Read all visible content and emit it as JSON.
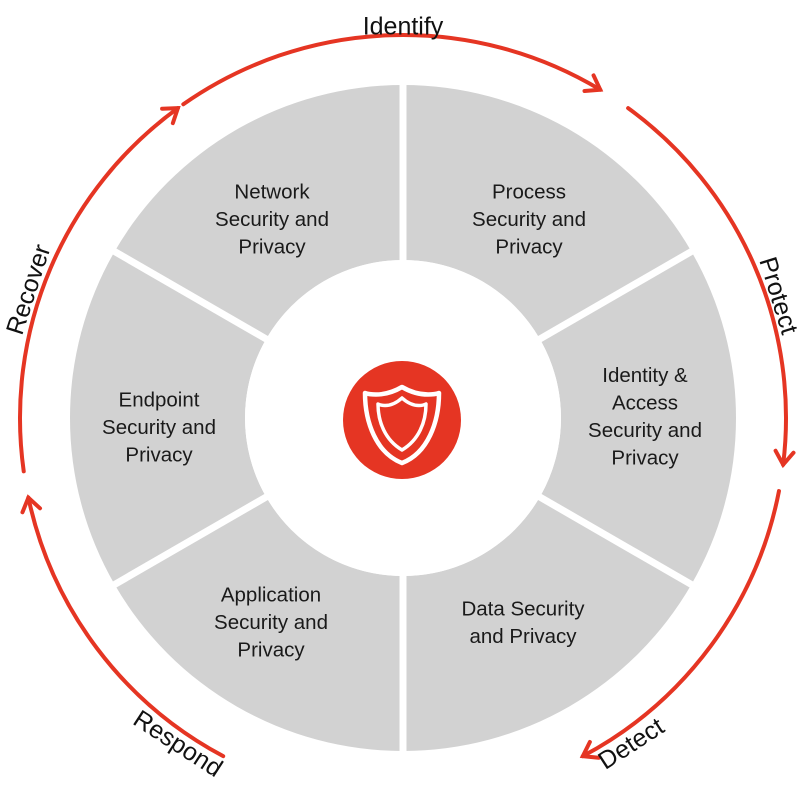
{
  "colors": {
    "accent": "#e53523",
    "segment": "#d2d2d2",
    "divider": "#ffffff",
    "hub": "#ffffff"
  },
  "center_icon": "shield-icon",
  "segments": [
    {
      "key": "process",
      "lines": [
        "Process",
        "Security and",
        "Privacy"
      ]
    },
    {
      "key": "identity-access",
      "lines": [
        "Identity &",
        "Access",
        "Security and",
        "Privacy"
      ]
    },
    {
      "key": "data",
      "lines": [
        "Data Security",
        "and Privacy"
      ]
    },
    {
      "key": "application",
      "lines": [
        "Application",
        "Security and",
        "Privacy"
      ]
    },
    {
      "key": "endpoint",
      "lines": [
        "Endpoint",
        "Security and",
        "Privacy"
      ]
    },
    {
      "key": "network",
      "lines": [
        "Network",
        "Security and",
        "Privacy"
      ]
    }
  ],
  "phases": [
    {
      "key": "identify",
      "label": "Identify"
    },
    {
      "key": "protect",
      "label": "Protect"
    },
    {
      "key": "detect",
      "label": "Detect"
    },
    {
      "key": "respond",
      "label": "Respond"
    },
    {
      "key": "recover",
      "label": "Recover"
    }
  ]
}
